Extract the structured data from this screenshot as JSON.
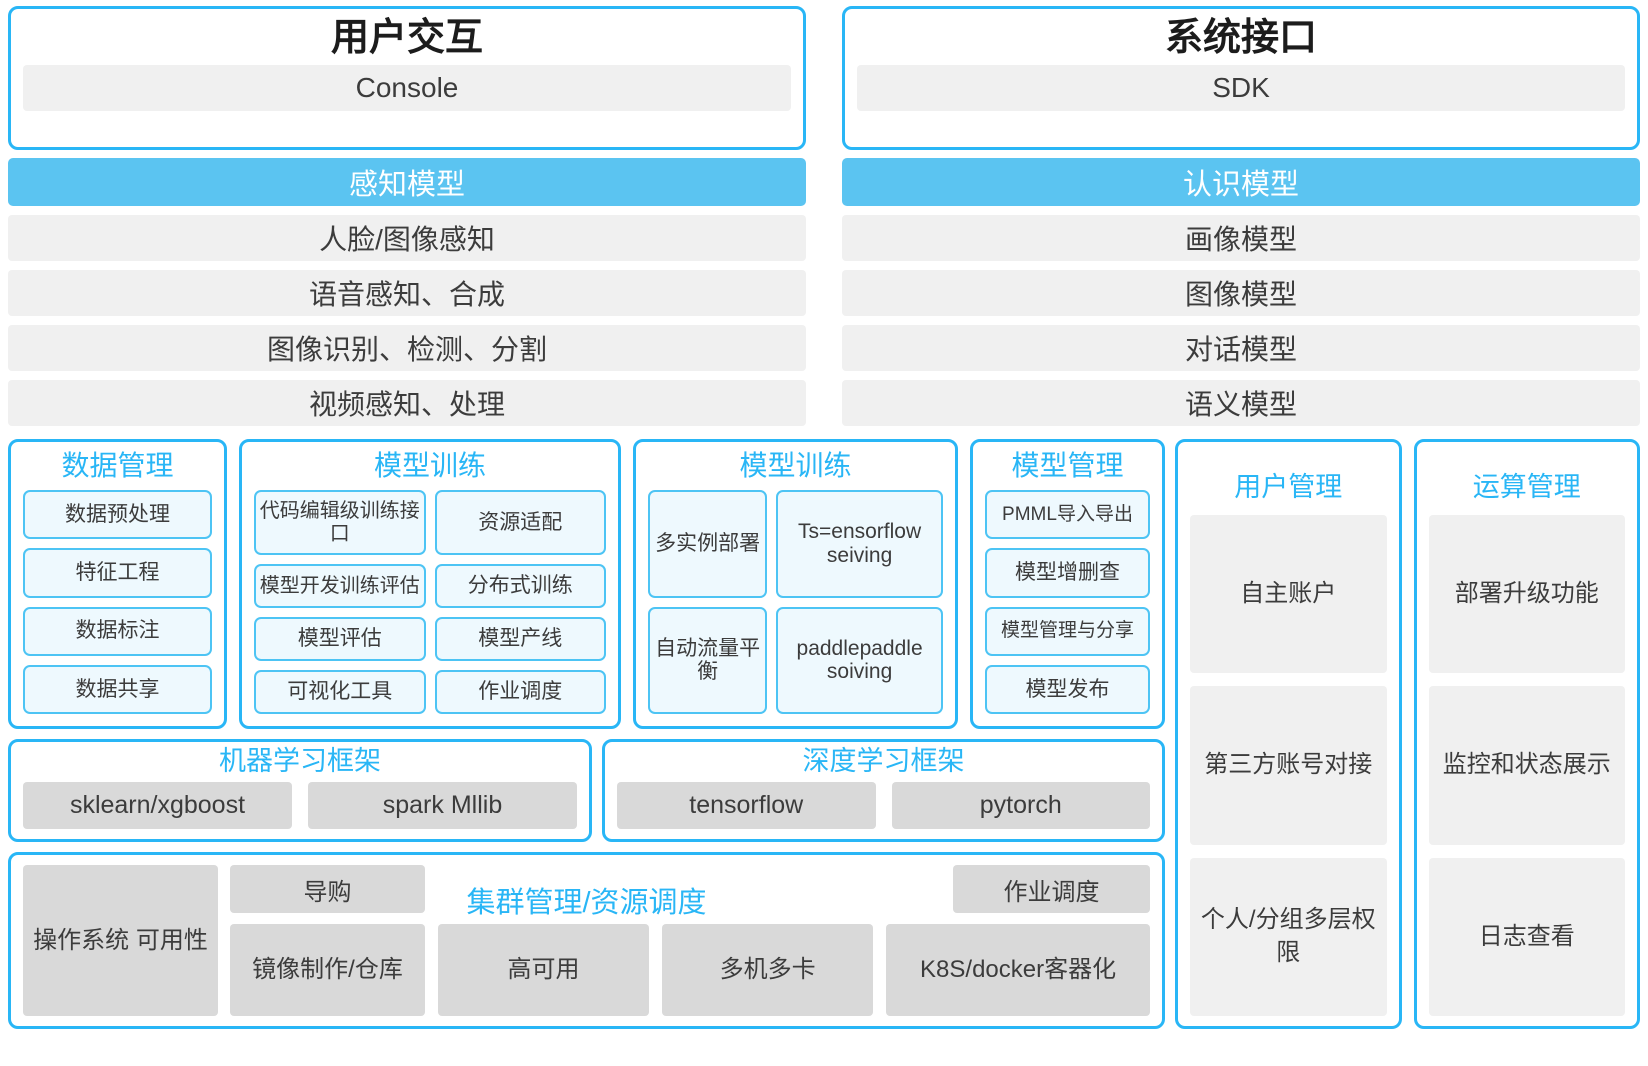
{
  "top": {
    "cards": [
      {
        "title": "用户交互",
        "sub": "Console"
      },
      {
        "title": "系统接口",
        "sub": "SDK"
      }
    ]
  },
  "models": {
    "left": {
      "band": "感知模型",
      "rows": [
        "人脸/图像感知",
        "语音感知、合成",
        "图像识别、检测、分割",
        "视频感知、处理"
      ]
    },
    "right": {
      "band": "认识模型",
      "rows": [
        "画像模型",
        "图像模型",
        "对话模型",
        "语义模型"
      ]
    }
  },
  "functions": {
    "data_management": {
      "title": "数据管理",
      "items": [
        "数据预处理",
        "特征工程",
        "数据标注",
        "数据共享"
      ]
    },
    "model_training": {
      "title": "模型训练",
      "items": [
        "代码编辑级训练接口",
        "资源适配",
        "模型开发训练评估",
        "分布式训练",
        "模型评估",
        "模型产线",
        "可视化工具",
        "作业调度"
      ]
    },
    "model_serving": {
      "title": "模型训练",
      "items": [
        "多实例部署",
        "Ts=ensorflow seiving",
        "自动流量平衡",
        "paddlepaddle  soiving"
      ]
    },
    "model_management": {
      "title": "模型管理",
      "items": [
        "PMML导入导出",
        "模型增删查",
        "模型管理与分享",
        "模型发布"
      ]
    }
  },
  "frameworks": {
    "ml": {
      "title": "机器学习框架",
      "items": [
        "sklearn/xgboost",
        "spark Mllib"
      ]
    },
    "dl": {
      "title": "深度学习框架",
      "items": [
        "tensorflow",
        "pytorch"
      ]
    }
  },
  "cluster": {
    "title": "集群管理/资源调度",
    "os": "操作系统\n可用性",
    "guide": "导购",
    "job_schedule": "作业调度",
    "bottom": [
      "镜像制作/仓库",
      "高可用",
      "多机多卡",
      "K8S/docker客器化"
    ]
  },
  "user_management": {
    "title": "用户管理",
    "items": [
      "自主账户",
      "第三方账号对接",
      "个人/分组多层权限"
    ]
  },
  "ops_management": {
    "title": "运算管理",
    "items": [
      "部署升级功能",
      "监控和状态展示",
      "日志查看"
    ]
  },
  "colors": {
    "accent": "#29b6f6",
    "band": "#5bc4f1",
    "pill_light": "#eef9fe",
    "pill_grey": "#f0f0f0",
    "pill_grey_dark": "#d9d9d9"
  }
}
